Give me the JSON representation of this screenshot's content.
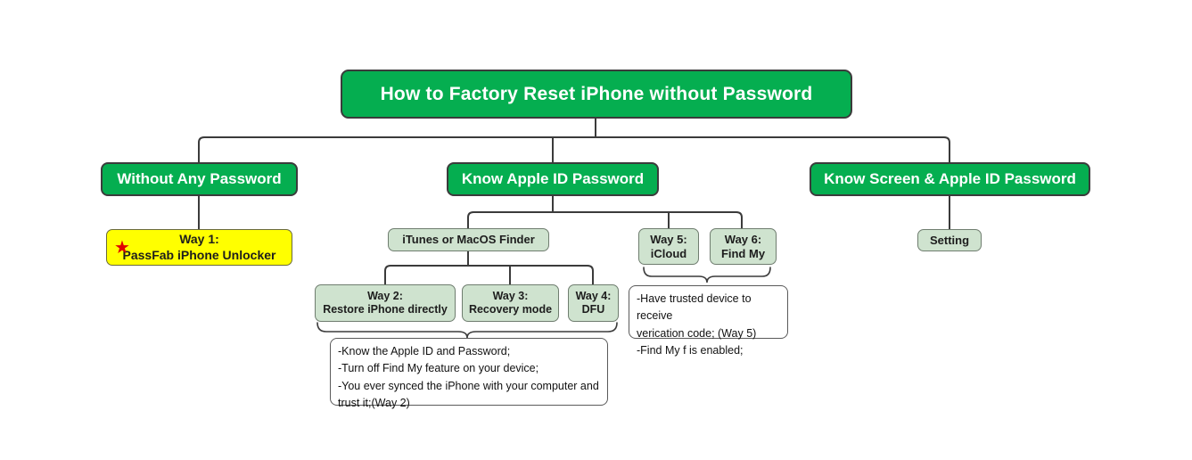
{
  "diagram": {
    "title": "How to Factory Reset iPhone without Password",
    "type": "mind-map",
    "colors": {
      "root_fill": "#05AE50",
      "branch_fill": "#05AE50",
      "leaf_fill": "#cfe3cf",
      "highlight_fill": "#ffff00",
      "star": "#e00000",
      "line": "#3b3b3b",
      "note_border": "#5a5a5a"
    }
  },
  "root": {
    "label": "How to Factory Reset iPhone without Password"
  },
  "branches": [
    {
      "id": "without-any-password",
      "label": "Without Any Password"
    },
    {
      "id": "know-apple-id-password",
      "label": "Know Apple ID Password"
    },
    {
      "id": "know-screen-and-apple-id-password",
      "label": "Know Screen & Apple ID Password"
    }
  ],
  "nodes": {
    "way1": {
      "label": "Way 1:\nPassFab iPhone Unlocker",
      "icon": "star-icon"
    },
    "itunes": {
      "label": "iTunes or MacOS Finder"
    },
    "way5": {
      "label": "Way 5:\niCloud"
    },
    "way6": {
      "label": "Way 6:\nFind My"
    },
    "setting": {
      "label": "Setting"
    },
    "way2": {
      "label": "Way 2:\nRestore iPhone directly"
    },
    "way3": {
      "label": "Way 3:\nRecovery mode"
    },
    "way4": {
      "label": "Way 4:\nDFU"
    }
  },
  "notes": {
    "icloud_findmy": "-Have trusted device to receive\nverication code;  (Way 5)\n-Find My f is enabled;",
    "itunes_requirements": "-Know the Apple ID and Password;\n-Turn off Find My feature on your device;\n-You ever synced the iPhone with your computer and\ntrust it;(Way 2)"
  }
}
